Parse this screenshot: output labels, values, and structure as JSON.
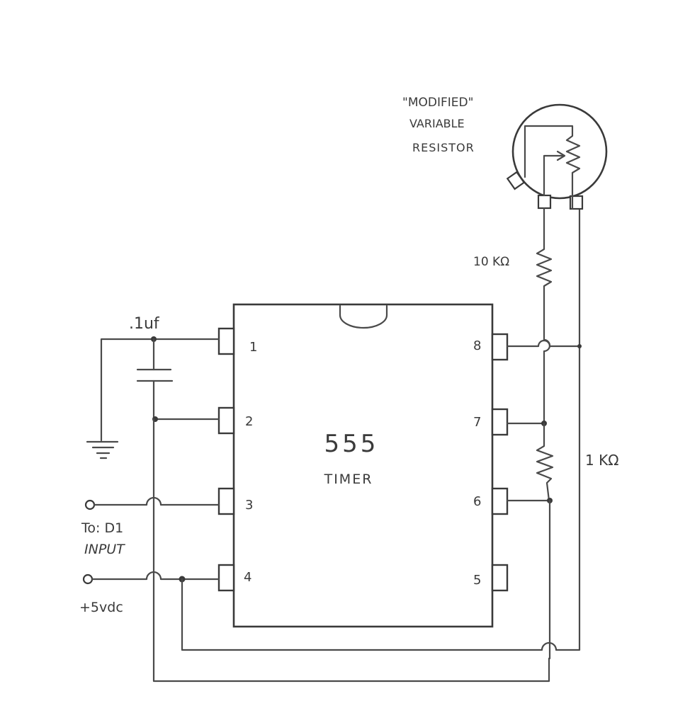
{
  "chip": {
    "number": "555",
    "name": "TIMER",
    "pins_left": [
      "1",
      "2",
      "3",
      "4"
    ],
    "pins_right": [
      "8",
      "7",
      "6",
      "5"
    ]
  },
  "components": {
    "capacitor_label": ".1uf",
    "resistor_top_label": "10 KΩ",
    "resistor_side_label": "1 KΩ",
    "pot_label_line1": "\"MODIFIED\"",
    "pot_label_line2": "VARIABLE",
    "pot_label_line3": "RESISTOR"
  },
  "terminals": {
    "output_line1": "To: D1",
    "output_line2": "INPUT",
    "supply": "+5vdc"
  },
  "colors": {
    "ink": "#3a3a3a",
    "paper": "#ffffff"
  }
}
